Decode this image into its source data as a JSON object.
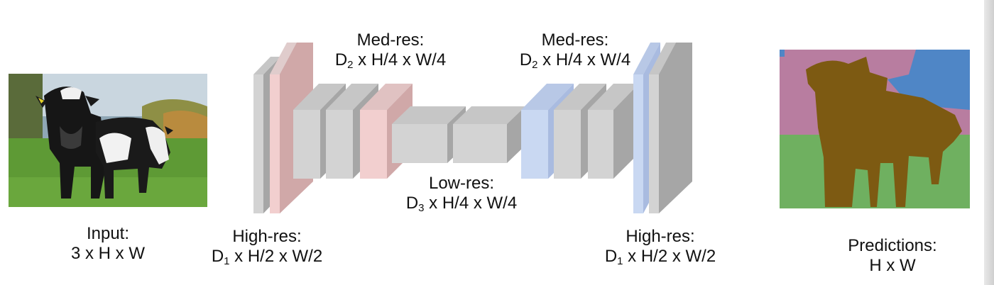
{
  "labels": {
    "input": {
      "title": "Input:",
      "dims": "3 x H x W"
    },
    "high_res_left": {
      "title": "High-res:",
      "d": "D",
      "sub": "1",
      "rest": " x H/2 x W/2"
    },
    "med_res_left": {
      "title": "Med-res:",
      "d": "D",
      "sub": "2",
      "rest": " x H/4 x W/4"
    },
    "low_res": {
      "title": "Low-res:",
      "d": "D",
      "sub": "3",
      "rest": " x H/4 x W/4"
    },
    "med_res_right": {
      "title": "Med-res:",
      "d": "D",
      "sub": "2",
      "rest": " x H/4 x W/4"
    },
    "high_res_right": {
      "title": "High-res:",
      "d": "D",
      "sub": "1",
      "rest": " x H/2 x W/2"
    },
    "predictions": {
      "title": "Predictions:",
      "dims": "H x W"
    }
  },
  "colors": {
    "gray_front": "#d3d3d3",
    "gray_side": "#a6a6a6",
    "gray_top": "#c6c6c6",
    "pink_front": "#f2cfcf",
    "pink_dark": "#d0a8a8",
    "blue_front": "#c9d8f2",
    "blue_side": "#a9bbe0",
    "seg_cow": "#7d5a12",
    "seg_sky": "#4f86c6",
    "seg_trees": "#b87da0",
    "seg_grass": "#6fb060"
  }
}
